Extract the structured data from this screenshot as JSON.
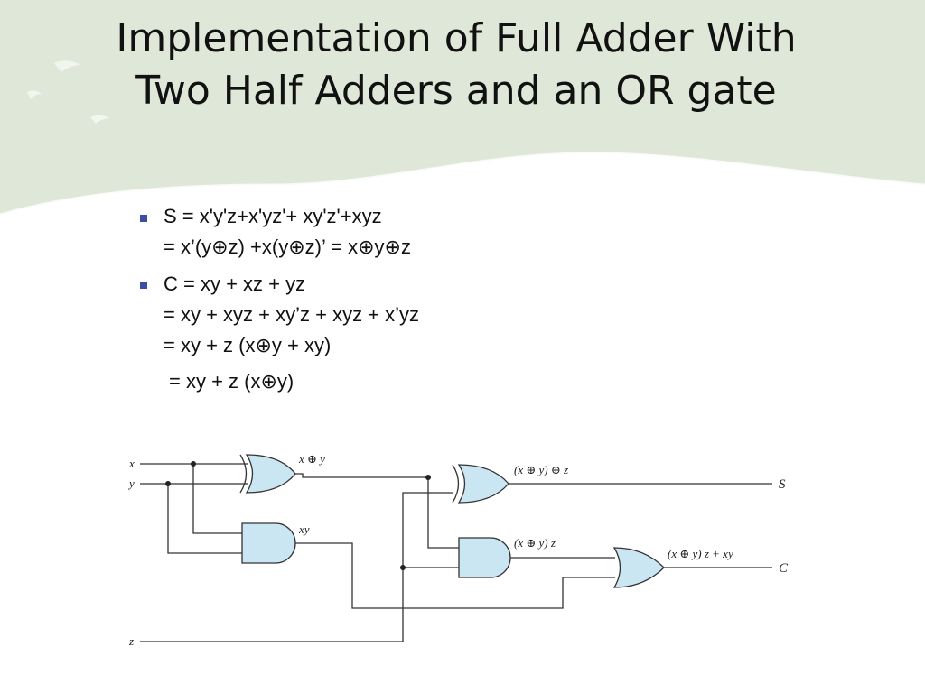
{
  "slide": {
    "title_line1": "Implementation of Full Adder With",
    "title_line2": "Two Half Adders and an OR gate"
  },
  "formulas": {
    "sum": [
      "S = x'y'z+x'yz'+ xy'z'+xyz",
      "= x’(y⊕z) +x(y⊕z)’ = x⊕y⊕z"
    ],
    "carry": [
      "C = xy + xz + yz",
      "= xy + xyz + xy’z + xyz + x’yz",
      "= xy + z (x⊕y + xy)",
      "= xy + z (x⊕y)"
    ]
  },
  "circuit": {
    "inputs": {
      "x": "x",
      "y": "y",
      "z": "z"
    },
    "outputs": {
      "S": "S",
      "C": "C"
    },
    "signals": {
      "x_xor_y": "x ⊕ y",
      "xy": "xy",
      "sum_expr": "(x ⊕ y) ⊕ z",
      "and2_expr": "(x ⊕ y) z",
      "carry_expr": "(x ⊕ y) z + xy"
    },
    "gate_fill": "#cbe6f3"
  },
  "colors": {
    "background_wave": "#dfe8d8",
    "bullet": "#3a4fa0"
  }
}
